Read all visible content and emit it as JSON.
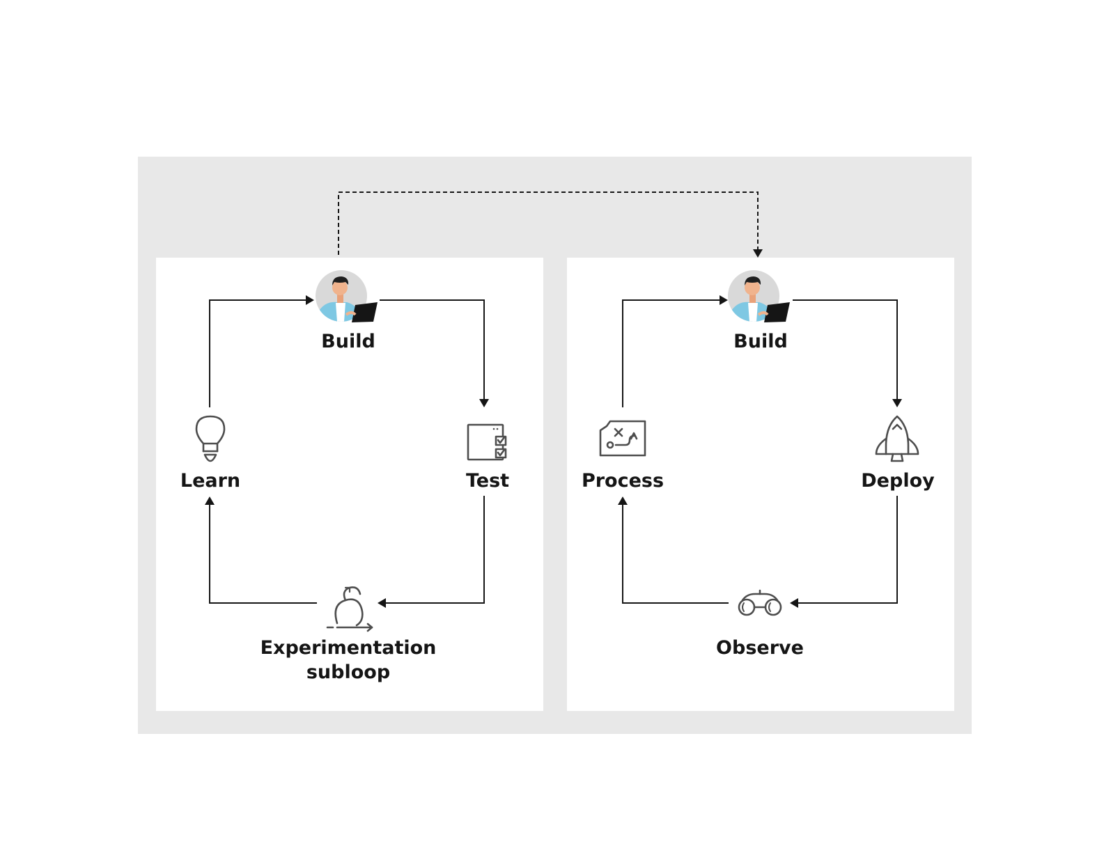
{
  "colors": {
    "outer_background": "#e8e8e8",
    "panel_background": "#ffffff",
    "line": "#151515",
    "icon_stroke": "#4d4d4d",
    "avatar_circle": "#d9d9d9",
    "shirt": "#7ec8e3"
  },
  "left_loop": {
    "build_label": "Build",
    "test_label": "Test",
    "subloop_label_line1": "Experimentation",
    "subloop_label_line2": "subloop",
    "learn_label": "Learn",
    "icons": [
      "developer-avatar-icon",
      "checklist-icon",
      "cycle-icon",
      "lightbulb-icon"
    ]
  },
  "right_loop": {
    "build_label": "Build",
    "deploy_label": "Deploy",
    "observe_label": "Observe",
    "process_label": "Process",
    "icons": [
      "developer-avatar-icon",
      "rocket-icon",
      "binoculars-icon",
      "strategy-map-icon"
    ]
  }
}
